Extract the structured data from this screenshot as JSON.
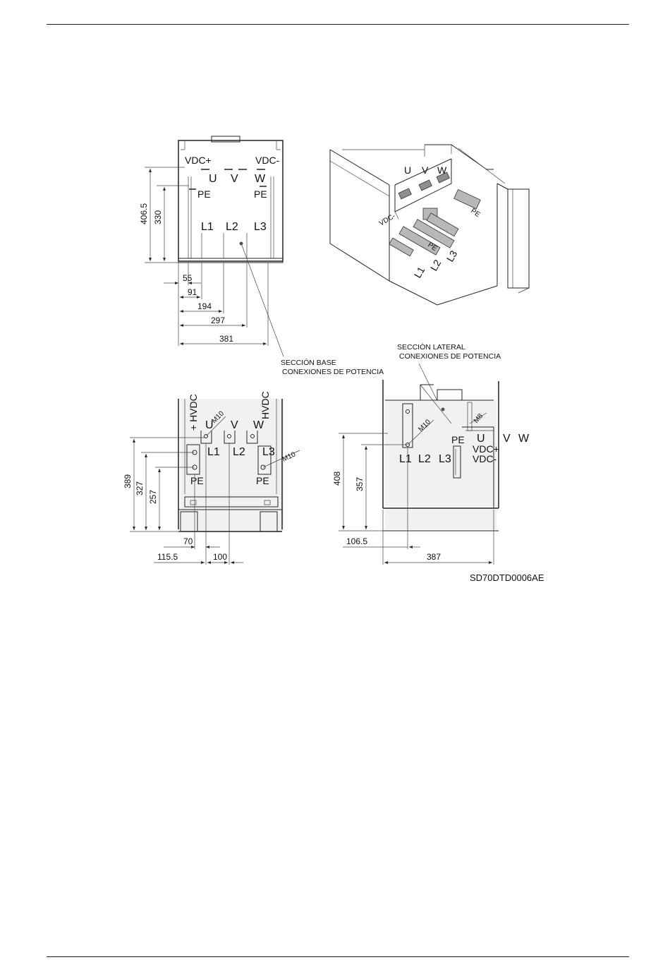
{
  "drawing_code": "SD70DTD0006AE",
  "top_view": {
    "terminals": {
      "vdc_plus": "VDC+",
      "vdc_minus": "VDC-",
      "u": "U",
      "v": "V",
      "w": "W",
      "pe_left": "PE",
      "pe_right": "PE",
      "l1": "L1",
      "l2": "L2",
      "l3": "L3"
    },
    "dims": {
      "h_406": "406.5",
      "h_330": "330",
      "w_55": "55",
      "w_91": "91",
      "w_194": "194",
      "w_297": "297",
      "w_381": "381"
    }
  },
  "iso_view": {
    "terminals": {
      "u": "U",
      "v": "V",
      "w": "W",
      "vdc_minus": "VDC-",
      "pe_top": "PE",
      "pe_bottom": "PE",
      "l1": "L1",
      "l2": "L2",
      "l3": "L3"
    }
  },
  "notes": {
    "base_line1": "SECCIÓN BASE",
    "base_line2": "CONEXIONES DE POTENCIA",
    "lateral_line1": "SECCIÓN LATERAL",
    "lateral_line2": "CONEXIONES DE POTENCIA"
  },
  "front_view": {
    "terminals": {
      "hvdc_plus": "+ HVDC",
      "hvdc_minus": "HVDC",
      "u": "U",
      "v": "V",
      "w": "W",
      "l1": "L1",
      "l2": "L2",
      "l3": "L3",
      "pe_left": "PE",
      "pe_right": "PE",
      "m10_a": "M10",
      "m10_b": "M10"
    },
    "dims": {
      "h_389": "389",
      "h_327": "327",
      "h_257": "257",
      "w_70": "70",
      "w_115": "115.5",
      "w_100": "100"
    }
  },
  "side_view": {
    "terminals": {
      "u": "U",
      "v": "V",
      "w": "W",
      "vdc_plus": "VDC+",
      "vdc_minus": "VDC-",
      "l1": "L1",
      "l2": "L2",
      "l3": "L3",
      "pe": "PE",
      "m10": "M10",
      "m8": "M8"
    },
    "dims": {
      "h_408": "408",
      "h_357": "357",
      "w_106": "106.5",
      "w_387": "387"
    }
  }
}
